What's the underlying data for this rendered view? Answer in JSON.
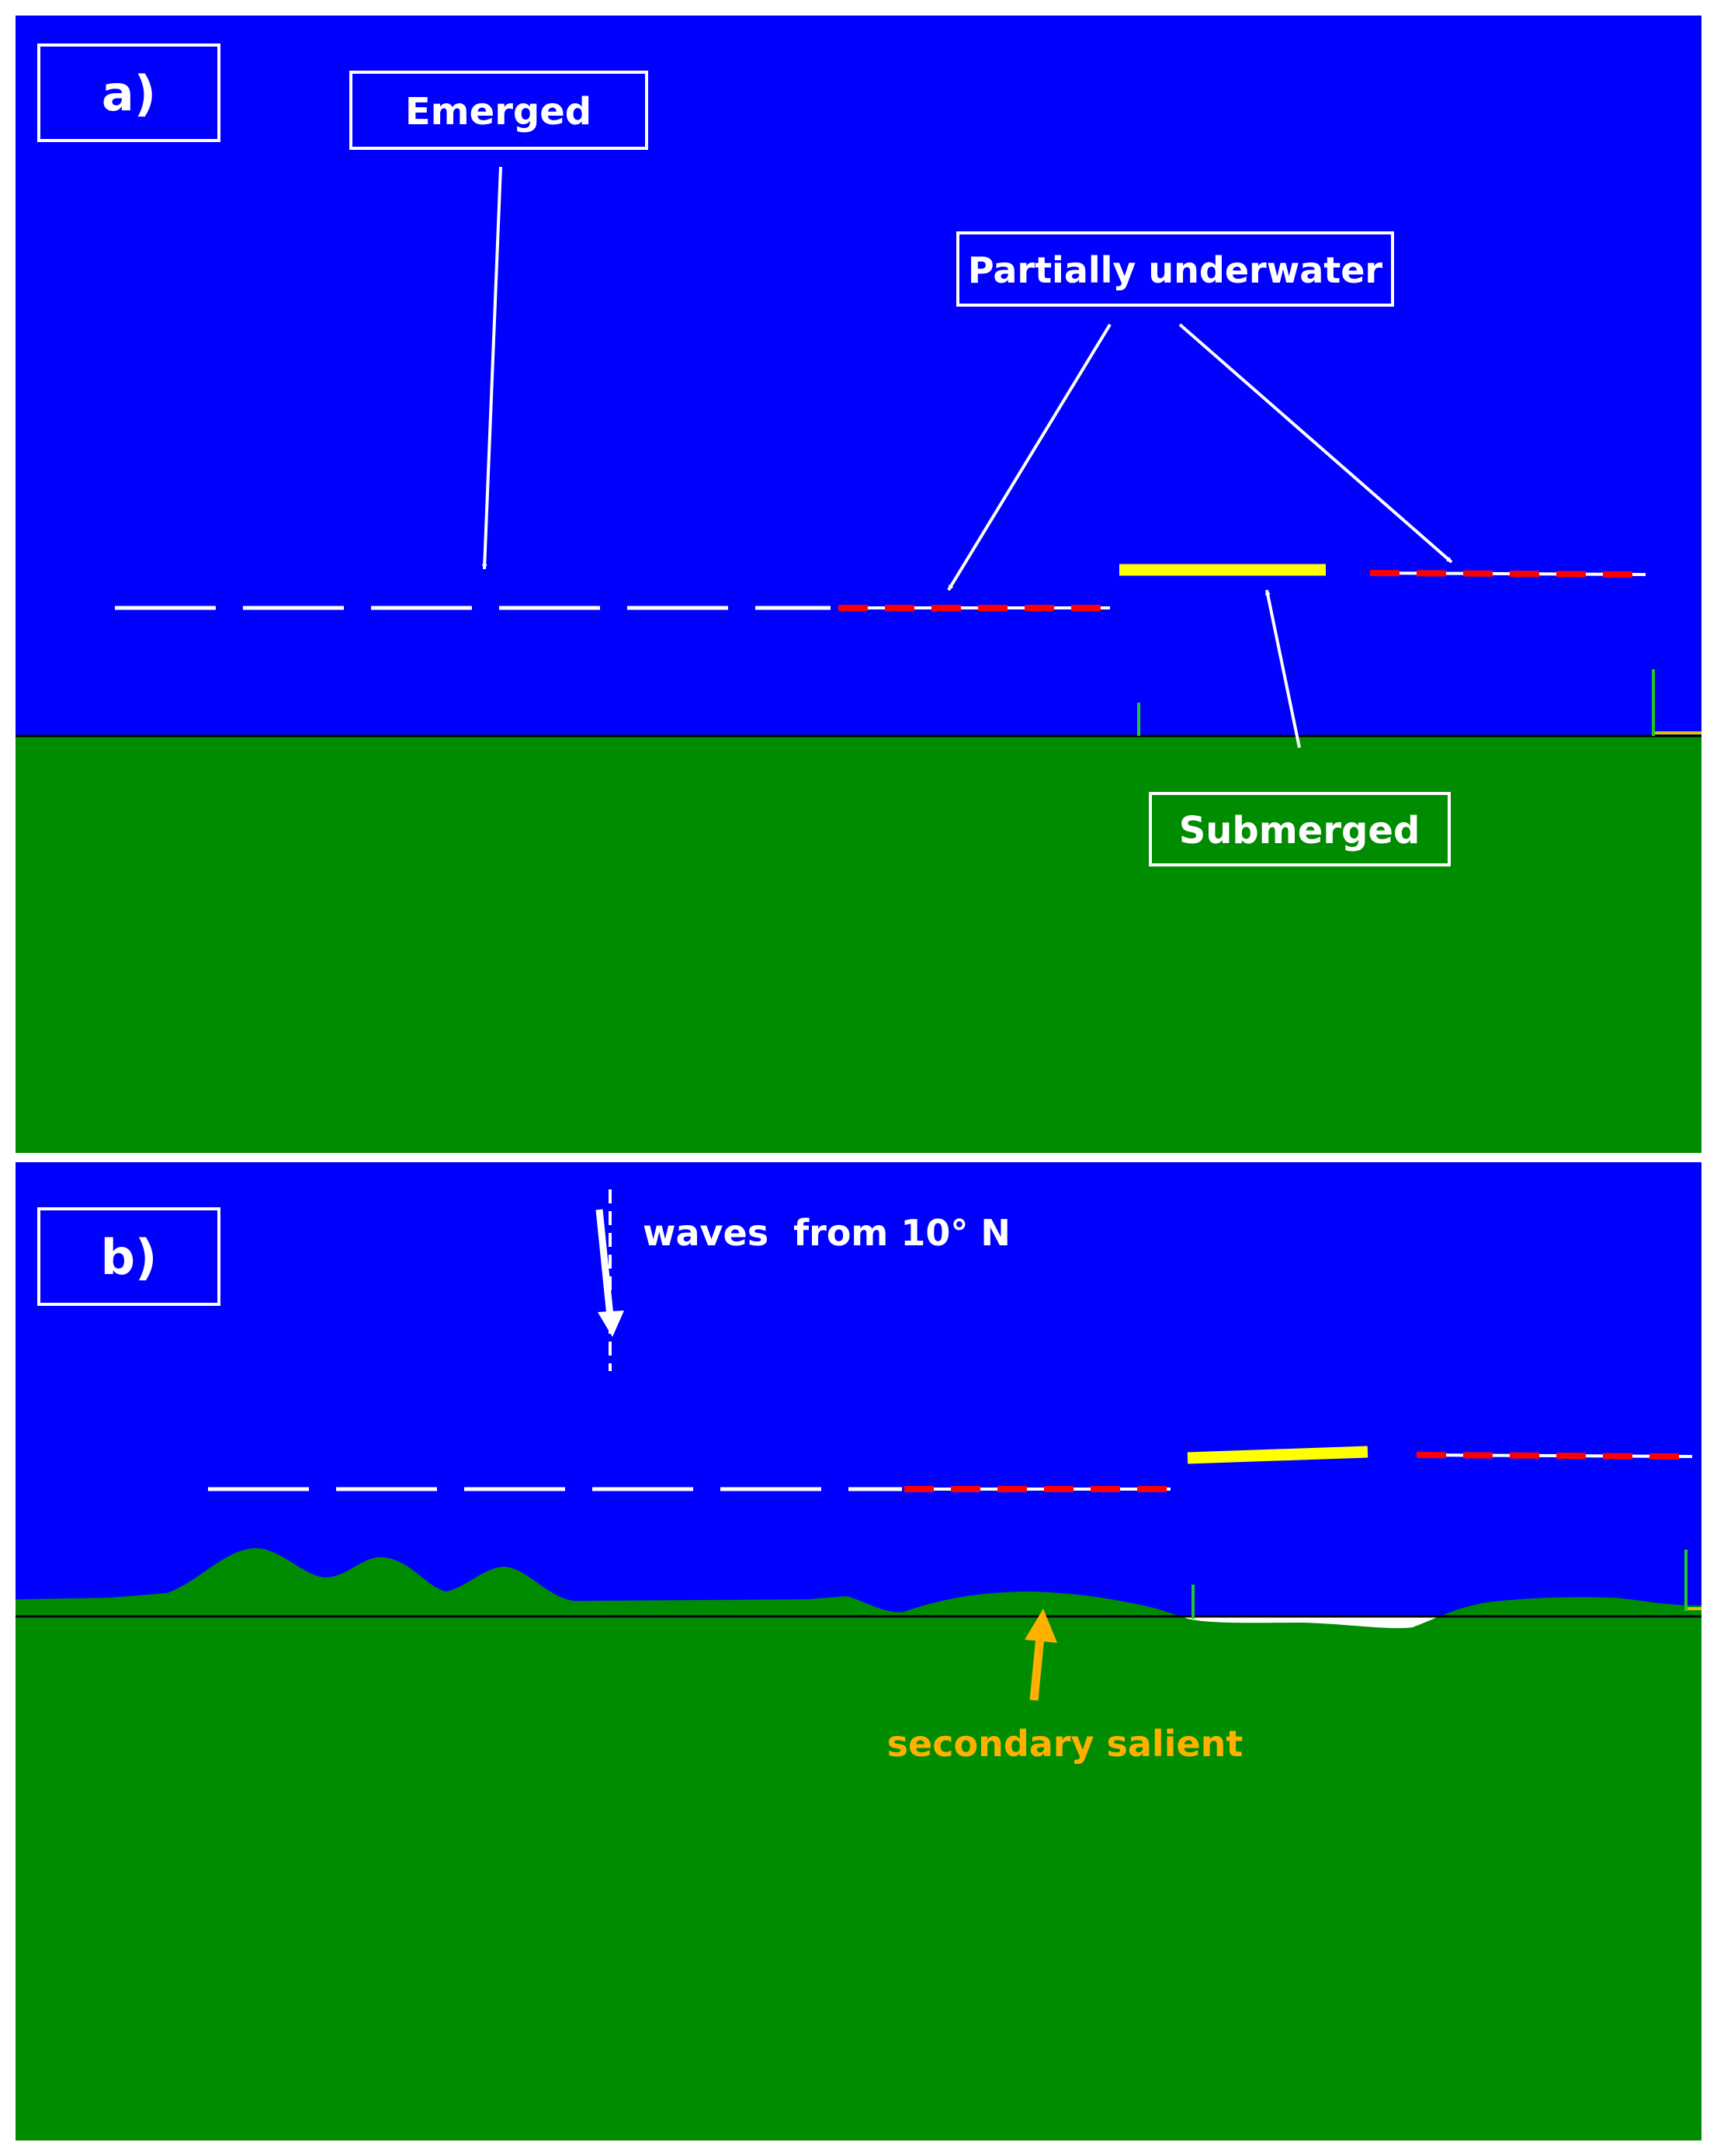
{
  "panel_a": {
    "label": "a)",
    "callouts": {
      "emerged": "Emerged",
      "partially_underwater": "Partially underwater",
      "submerged": "Submerged"
    }
  },
  "panel_b": {
    "label": "b)",
    "wave_text": "waves  from 10° N",
    "salient_text": "secondary salient"
  },
  "colors": {
    "water": "#0000ff",
    "land": "#008c00",
    "emerged_line": "#ffffff",
    "partial_line": "#ff0000",
    "submerged_line": "#ffff00",
    "salient_arrow": "#ffb000",
    "groin": "#22c822"
  }
}
